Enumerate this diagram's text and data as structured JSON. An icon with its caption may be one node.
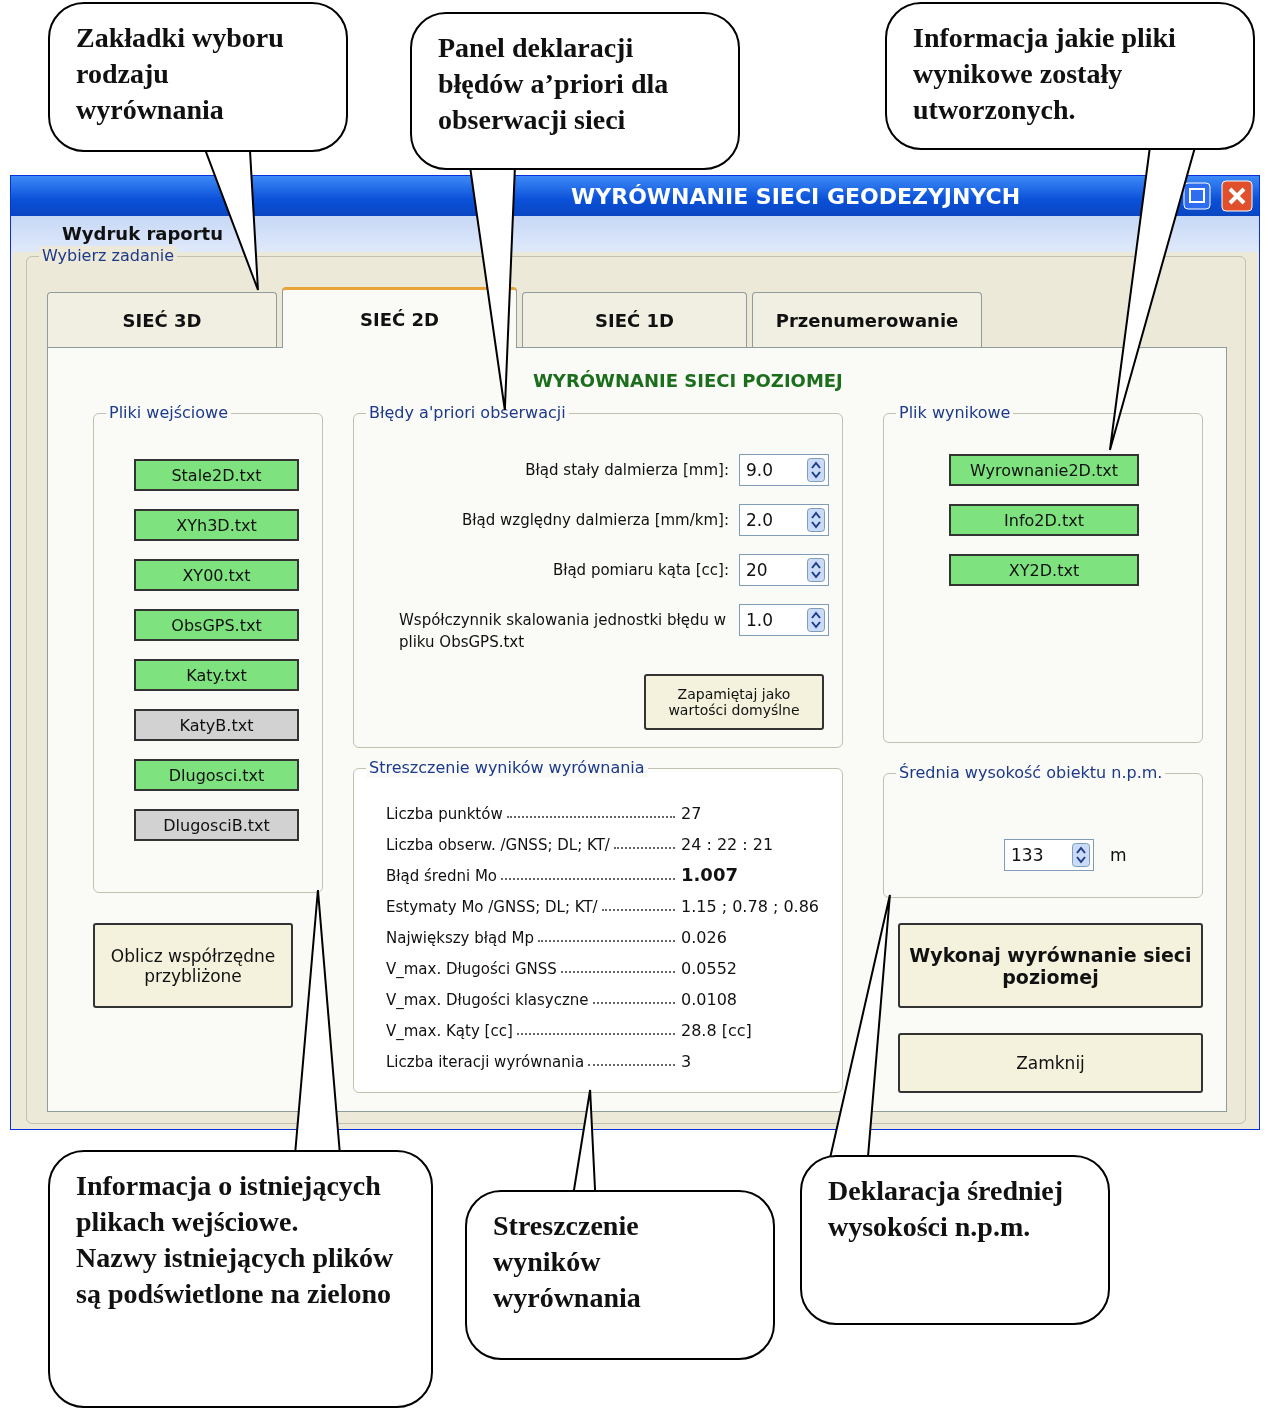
{
  "diagram": {
    "nodes": [
      {
        "text": [
          "Zakładki wyboru rodzaju wyrównania"
        ]
      },
      {
        "text": [
          "Panel deklaracji błędów a’priori dla obserwacji sieci"
        ]
      },
      {
        "text": [
          "Informacja jakie pliki wynikowe zostały utworzonych."
        ]
      },
      {
        "text": [
          "WYRÓWNANIE SIECI GEODEZYJNYCH"
        ]
      },
      {
        "text": [
          "Wybierz zadanie"
        ],
        "in": 3
      },
      {
        "text": [
          "SIEĆ 3D"
        ],
        "in": 4
      },
      {
        "text": [
          "SIEĆ 2D"
        ],
        "in": 4
      },
      {
        "text": [
          "SIEĆ 1D"
        ],
        "in": 4
      },
      {
        "text": [
          "Przenumerowanie"
        ],
        "in": 4
      },
      {
        "text": [
          "WYRÓWNANIE SIECI POZIOMEJ"
        ],
        "in": 4
      },
      {
        "text": [
          "Pliki wejściowe"
        ],
        "in": 9
      },
      {
        "text": [
          "Stale2D.txt"
        ],
        "in": 10
      },
      {
        "text": [
          "XYh3D.txt"
        ],
        "in": 10
      },
      {
        "text": [
          "XY00.txt"
        ],
        "in": 10
      },
      {
        "text": [
          "ObsGPS.txt"
        ],
        "in": 10
      },
      {
        "text": [
          "Katy.txt"
        ],
        "in": 10
      },
      {
        "text": [
          "KatyB.txt"
        ],
        "in": 10
      },
      {
        "text": [
          "Dlugosci.txt"
        ],
        "in": 10
      },
      {
        "text": [
          "DlugosciB.txt"
        ],
        "in": 10
      },
      {
        "text": [
          "Błędy a'priori obserwacji"
        ],
        "in": 9
      },
      {
        "text": [
          "9.0"
        ],
        "in": 19,
        "beside": [
          "Błąd stały dalmierza [mm]:"
        ]
      },
      {
        "text": [
          "2.0"
        ],
        "in": 19,
        "beside": [
          "Błąd względny dalmierza [mm/km]:"
        ]
      },
      {
        "text": [
          "20"
        ],
        "in": 19,
        "beside": [
          "Błąd pomiaru kąta [cc]:"
        ]
      },
      {
        "text": [
          "1.0"
        ],
        "in": 19,
        "beside": [
          "Współczynnik skalowania jednostki błędu w pliku ObsGPS.txt"
        ]
      },
      {
        "text": [
          "Zapamiętaj jako wartości domyślne"
        ],
        "in": 19
      },
      {
        "text": [
          "Streszczenie wyników wyrównania",
          "Liczba punktów",
          "27",
          "Liczba obserw. /GNSS; DL; KT/",
          "24 : 22 : 21",
          "Błąd średni Mo",
          "1.007",
          "Estymaty Mo /GNSS; DL; KT/",
          "1.15 ; 0.78 ; 0.86",
          "Największy błąd Mp",
          "0.026",
          "V_max. Długości GNSS",
          "0.0552",
          "V_max. Długości klasyczne",
          "0.0108",
          "V_max. Kąty [cc]",
          "28.8 [cc]",
          "Liczba iteracji wyrównania",
          "3"
        ],
        "in": 9
      },
      {
        "text": [
          "Plik wynikowe"
        ],
        "in": 9
      },
      {
        "text": [
          "Wyrownanie2D.txt"
        ],
        "in": 26
      },
      {
        "text": [
          "Info2D.txt"
        ],
        "in": 26
      },
      {
        "text": [
          "XY2D.txt"
        ],
        "in": 26
      },
      {
        "text": [
          "Średnia wysokość obiektu n.p.m."
        ],
        "in": 9
      },
      {
        "text": [
          "133"
        ],
        "in": 30,
        "beside": [
          "m"
        ]
      },
      {
        "text": [
          "Oblicz współrzędne przybliżone"
        ],
        "in": 9
      },
      {
        "text": [
          "Wykonaj wyrównanie sieci poziomej"
        ],
        "in": 9
      },
      {
        "text": [
          "Zamknij"
        ],
        "in": 9
      },
      {
        "text": [
          "Informacja o istniejących plikach wejściowe.",
          "Nazwy istniejących plików są podświetlone na zielono"
        ]
      },
      {
        "text": [
          "Streszczenie wyników wyrównania"
        ]
      },
      {
        "text": [
          "Deklaracja średniej wysokości n.p.m."
        ]
      }
    ],
    "edges": [
      {
        "from": 0,
        "to": 5,
        "arrow": "none"
      },
      {
        "from": 1,
        "to": 19,
        "arrow": "none"
      },
      {
        "from": 2,
        "to": 27,
        "arrow": "none"
      },
      {
        "from": 35,
        "to": 10,
        "arrow": "none"
      },
      {
        "from": 36,
        "to": 25,
        "arrow": "none"
      },
      {
        "from": 37,
        "to": 30,
        "arrow": "none"
      }
    ],
    "labels": [
      "Wydruk raportu"
    ]
  }
}
